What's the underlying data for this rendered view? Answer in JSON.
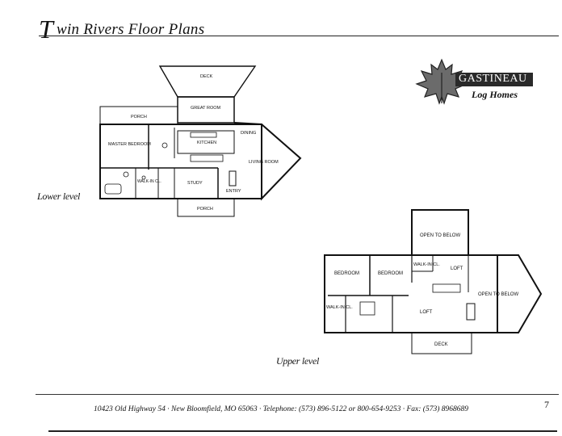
{
  "header": {
    "title_initial": "T",
    "title_rest": "win Rivers Floor Plans"
  },
  "logo": {
    "name": "GASTINEAU",
    "subtitle": "Log Homes",
    "icon": "maple-leaf-icon"
  },
  "lower_level": {
    "label": "Lower level",
    "rooms": {
      "deck": "DECK",
      "great_room": "GREAT ROOM",
      "porch_top": "PORCH",
      "master_bedroom": "MASTER BEDROOM",
      "kitchen": "KITCHEN",
      "dining": "DINING",
      "living_room": "LIVING ROOM",
      "walk_in": "WALK-IN CL.",
      "study": "STUDY",
      "entry": "ENTRY",
      "porch_bottom": "PORCH"
    }
  },
  "upper_level": {
    "label": "Upper level",
    "rooms": {
      "open_to_below_top": "OPEN TO BELOW",
      "bedroom_left": "BEDROOM",
      "bedroom_right": "BEDROOM",
      "walk_in_top": "WALK-IN CL.",
      "loft_top": "LOFT",
      "open_to_below_right": "OPEN TO BELOW",
      "walk_in_left": "WALK-IN CL.",
      "loft": "LOFT",
      "deck": "DECK"
    }
  },
  "footer": {
    "text": "10423 Old Highway 54  ·  New Bloomfield, MO 65063  ·  Telephone: (573) 896-5122 or 800-654-9253  ·  Fax: (573) 8968689",
    "page_number": "7"
  }
}
